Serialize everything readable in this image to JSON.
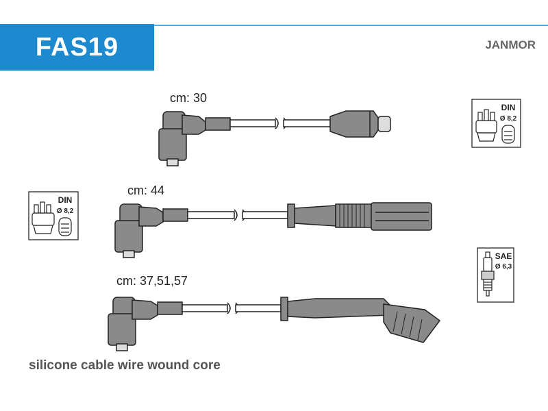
{
  "header": {
    "product_code": "FAS19",
    "brand": "JANMOR",
    "accent_color": "#1d8ad0"
  },
  "cables": [
    {
      "length_label": "cm: 30",
      "end_type": "plug-connector"
    },
    {
      "length_label": "cm: 44",
      "end_type": "straight-boot"
    },
    {
      "length_label": "cm: 37,51,57",
      "end_type": "angled-boot"
    }
  ],
  "badges": {
    "din_top": {
      "title": "DIN",
      "spec": "Ø 8,2",
      "icon": "distributor-cap-icon"
    },
    "din_left": {
      "title": "DIN",
      "spec": "Ø 8,2",
      "icon": "distributor-cap-icon"
    },
    "sae_right": {
      "title": "SAE",
      "spec": "Ø 6,3",
      "icon": "spark-plug-icon"
    }
  },
  "footer": {
    "description": "silicone cable wire wound core"
  }
}
